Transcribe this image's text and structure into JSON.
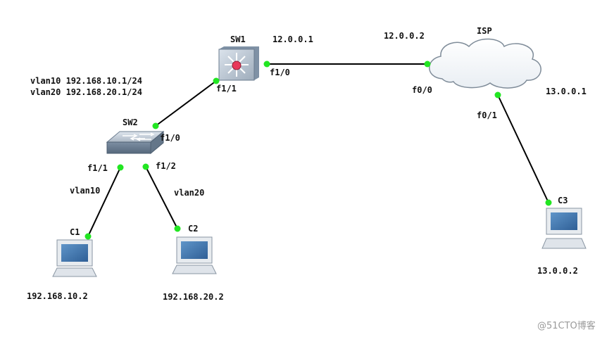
{
  "devices": {
    "sw1": {
      "name": "SW1",
      "left_ip": "12.0.0.1"
    },
    "sw2": {
      "name": "SW2"
    },
    "isp": {
      "name": "ISP",
      "left_ip": "12.0.0.2",
      "right_ip": "13.0.0.1"
    },
    "c1": {
      "name": "C1",
      "ip": "192.168.10.2",
      "vlan": "vlan10"
    },
    "c2": {
      "name": "C2",
      "ip": "192.168.20.2",
      "vlan": "vlan20"
    },
    "c3": {
      "name": "C3",
      "ip": "13.0.0.2"
    }
  },
  "svi": {
    "vlan10": "vlan10 192.168.10.1/24",
    "vlan20": "vlan20 192.168.20.1/24"
  },
  "ports": {
    "sw1_f10": "f1/0",
    "sw1_f11": "f1/1",
    "sw2_f10": "f1/0",
    "sw2_f11": "f1/1",
    "sw2_f12": "f1/2",
    "isp_f00": "f0/0",
    "isp_f01": "f0/1"
  },
  "colors": {
    "link": "#000000",
    "port_up": "#22e622"
  },
  "watermark": "@51CTO博客"
}
